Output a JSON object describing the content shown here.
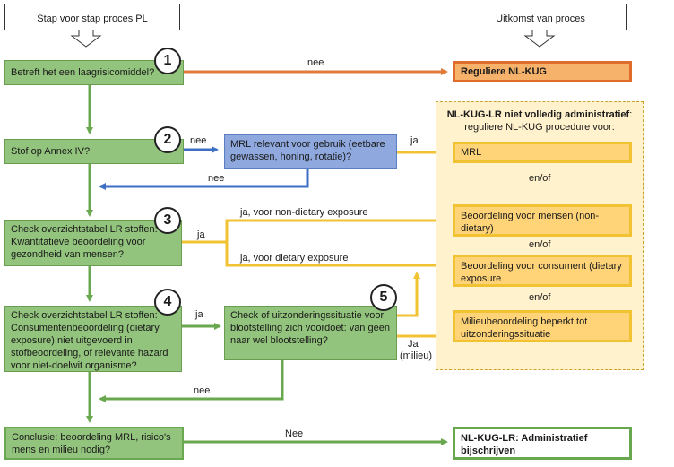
{
  "headers": {
    "left": "Stap voor stap proces PL",
    "right": "Uitkomst van proces"
  },
  "steps": {
    "s1": "Betreft het een laagrisicomiddel?",
    "s2": "Stof op Annex IV?",
    "s2b": "MRL relevant voor gebruik (eetbare gewassen, honing, rotatie)?",
    "s3": "Check overzichtstabel LR stoffen: Kwantitatieve beoordeling voor gezondheid van mensen?",
    "s4": "Check overzichtstabel LR stoffen: Consumentenbeoordeling (dietary exposure) niet uitgevoerd in stofbeoordeling, of relevante hazard voor niet-doelwit organisme?",
    "s5": "Check of uitzonderingssituatie voor blootstelling zich voordoet: van geen naar wel blootstelling?",
    "s6": "Conclusie: beoordeling MRL, risico's mens en milieu nodig?"
  },
  "numbers": [
    "1",
    "2",
    "3",
    "4",
    "5"
  ],
  "outcomes": {
    "regular": "Reguliere NL-KUG",
    "panel_title_bold": "NL-KUG-LR niet volledig administratief",
    "panel_title_rest": ": reguliere NL-KUG procedure voor:",
    "mrl": "MRL",
    "mensen": "Beoordeling voor mensen (non-dietary)",
    "consument": "Beoordeling voor consument (dietary exposure",
    "milieu": "Milieubeoordeling beperkt tot uitzonderingssituatie",
    "admin": "NL-KUG-LR: Administratief bijschrijven",
    "enof": "en/of"
  },
  "labels": {
    "nee": "nee",
    "Nee": "Nee",
    "ja": "ja",
    "ja_non_dietary": "ja, voor non-dietary exposure",
    "ja_dietary": "ja, voor dietary exposure",
    "ja_milieu_1": "Ja",
    "ja_milieu_2": "(milieu)"
  },
  "colors": {
    "green": "#93c47d",
    "green_line": "#6aa84f",
    "blue": "#8fa9df",
    "blue_line": "#3c6fc4",
    "orange_line": "#e07b39",
    "yellow_line": "#f1c232",
    "panel": "#fff2cc"
  }
}
